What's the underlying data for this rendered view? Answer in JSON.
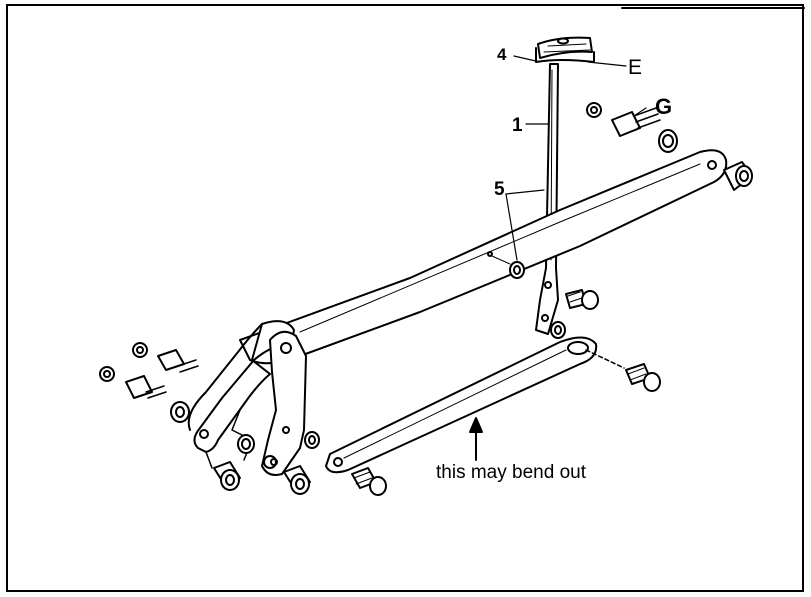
{
  "callouts": {
    "label_4": "4",
    "label_e": "E",
    "label_1": "1",
    "label_5": "5",
    "label_g": "G"
  },
  "note": "this may bend out"
}
